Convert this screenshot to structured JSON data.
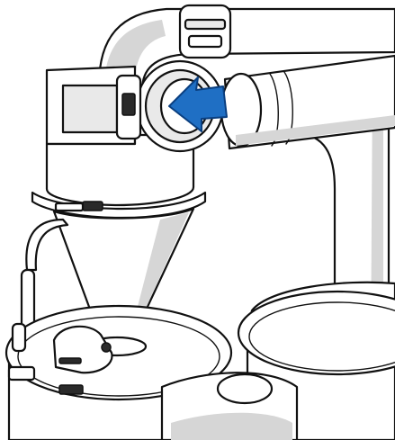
{
  "illustration": {
    "subject": "cyclone-separator-on-drum-with-hose-connection",
    "accent_color": "#1f6fc4",
    "accent_stroke": "#0a3f80",
    "line_color": "#111111",
    "shade_color": "#e9e9e9",
    "arrow": {
      "icon": "left-arrow",
      "meaning": "airflow-into-cyclone-inlet"
    }
  }
}
